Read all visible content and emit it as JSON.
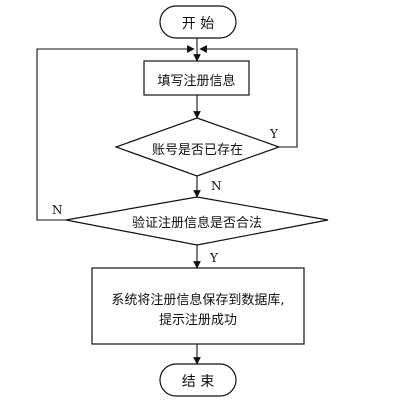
{
  "nodes": {
    "start": "开 始",
    "fill_info": "填写注册信息",
    "account_exists": "账号是否已存在",
    "validate": "验证注册信息是否合法",
    "save_line1": "系统将注册信息保存到数据库,",
    "save_line2": "提示注册成功",
    "end": "结 束"
  },
  "edge_labels": {
    "exists_yes": "Y",
    "exists_no": "N",
    "validate_no": "N",
    "validate_yes": "Y"
  }
}
